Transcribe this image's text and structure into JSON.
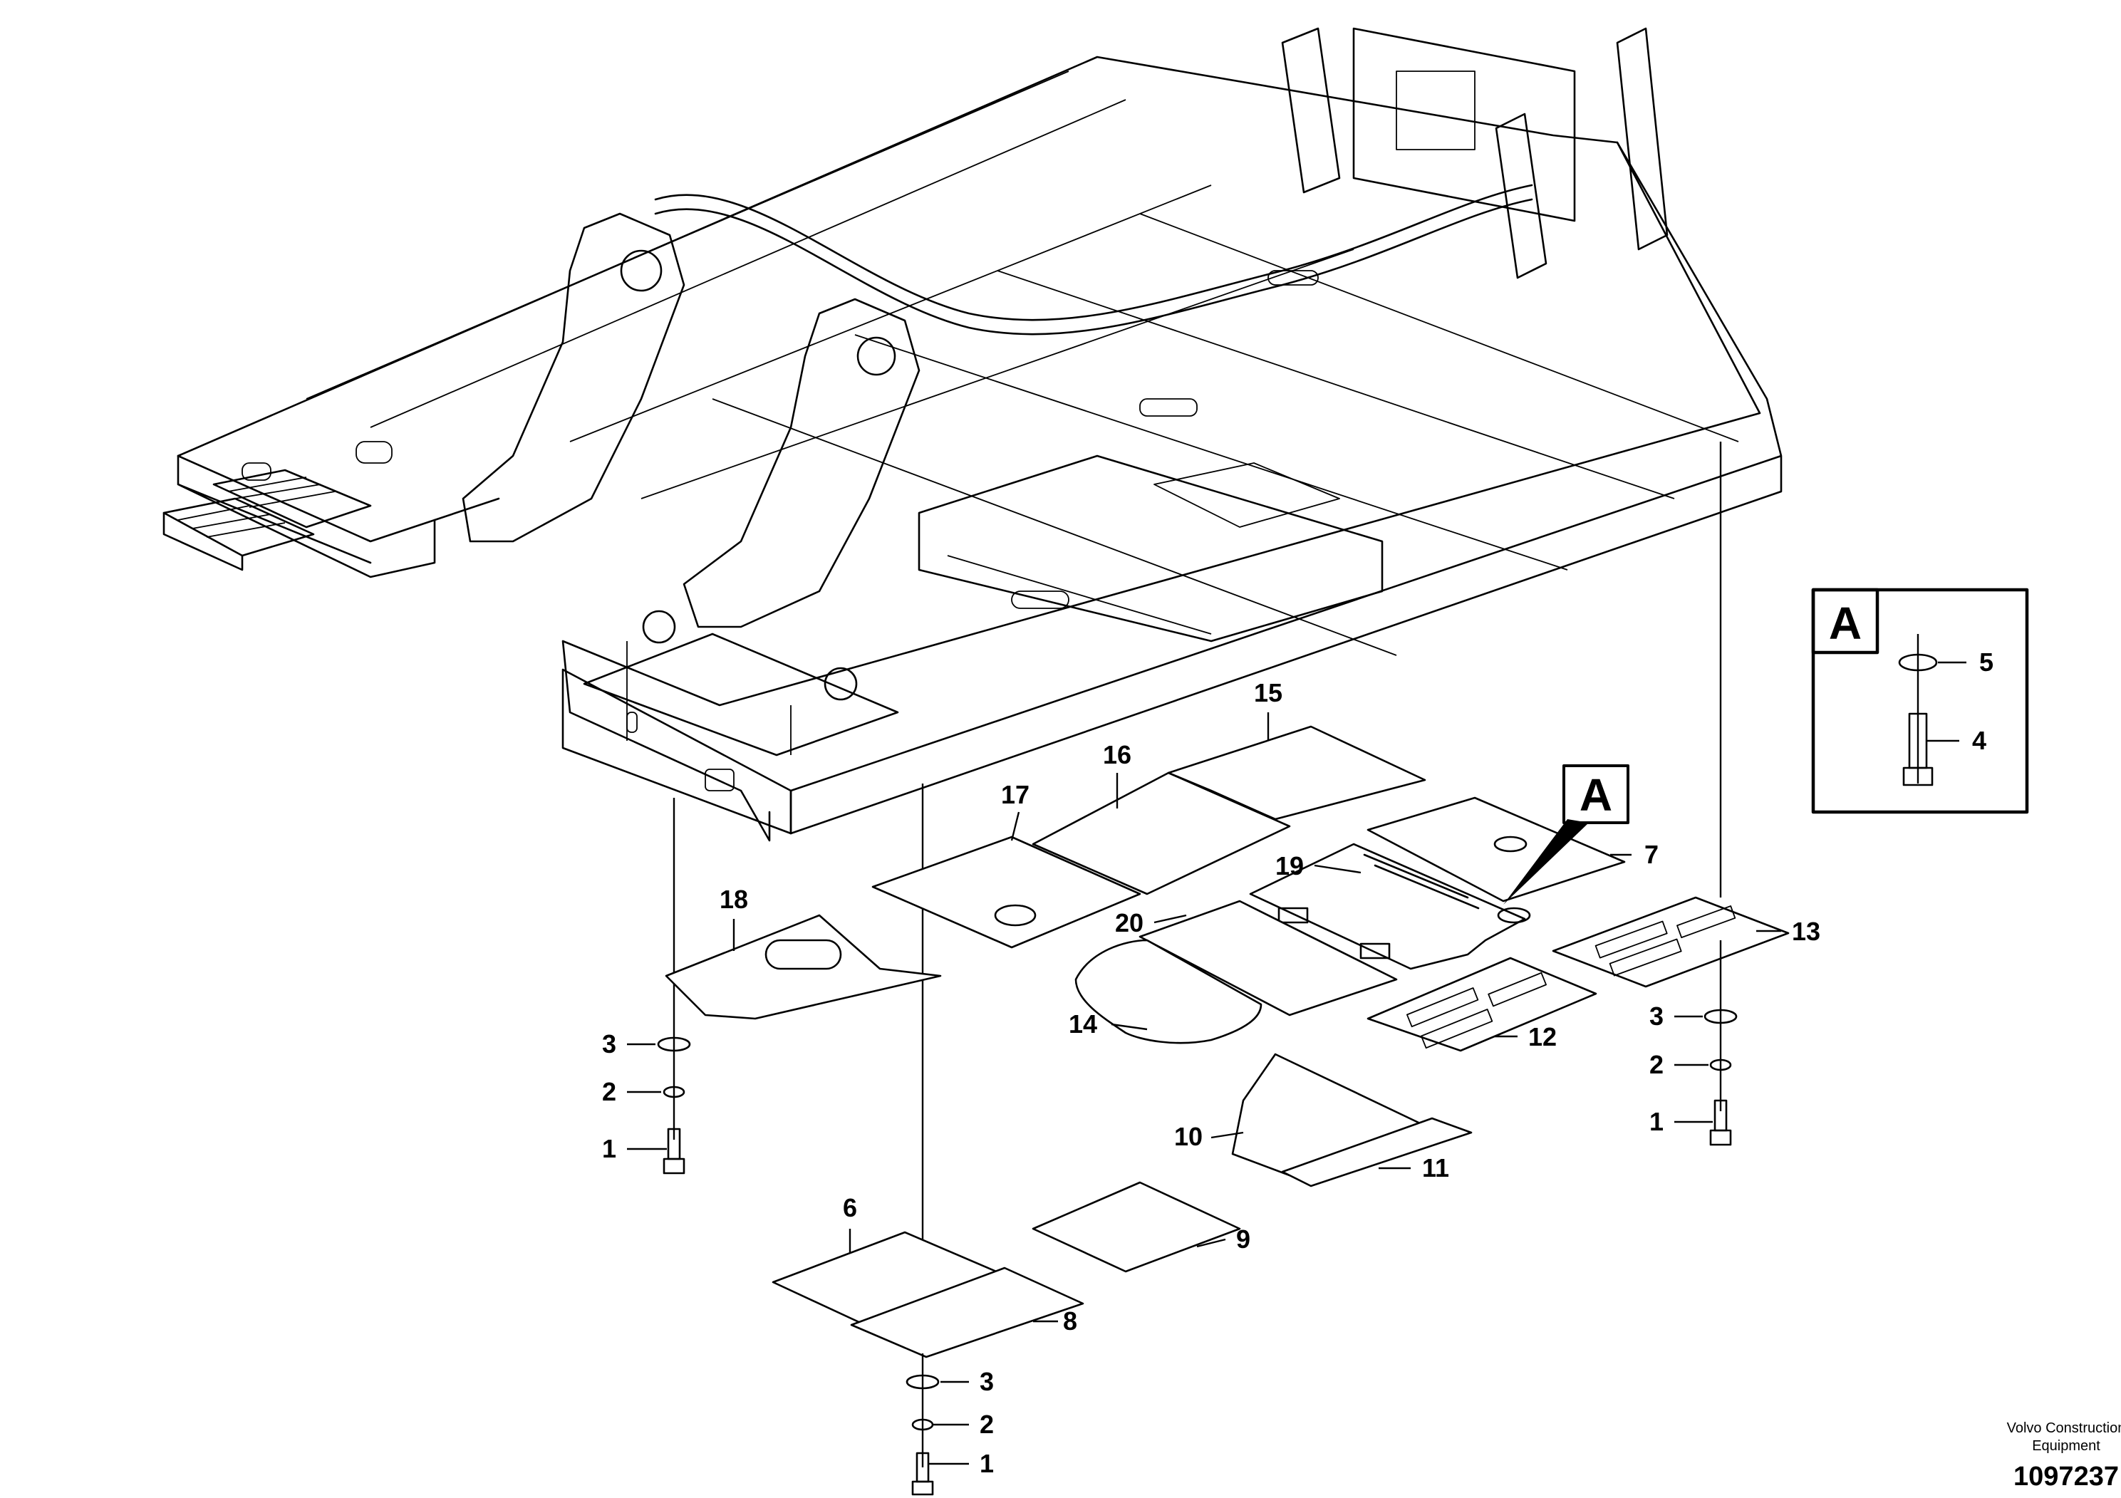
{
  "callouts": [
    {
      "id": "c1",
      "text": "15"
    },
    {
      "id": "c2",
      "text": "16"
    },
    {
      "id": "c3",
      "text": "17"
    },
    {
      "id": "c4",
      "text": "18"
    },
    {
      "id": "c5",
      "text": "19"
    },
    {
      "id": "c6",
      "text": "20"
    },
    {
      "id": "c7",
      "text": "7"
    },
    {
      "id": "c8",
      "text": "13"
    },
    {
      "id": "c9",
      "text": "14"
    },
    {
      "id": "c10",
      "text": "12"
    },
    {
      "id": "c11",
      "text": "10"
    },
    {
      "id": "c12",
      "text": "11"
    },
    {
      "id": "c13",
      "text": "9"
    },
    {
      "id": "c14",
      "text": "6"
    },
    {
      "id": "c15",
      "text": "8"
    },
    {
      "id": "c16",
      "text": "3"
    },
    {
      "id": "c17",
      "text": "2"
    },
    {
      "id": "c18",
      "text": "1"
    },
    {
      "id": "c19",
      "text": "3"
    },
    {
      "id": "c20",
      "text": "2"
    },
    {
      "id": "c21",
      "text": "1"
    },
    {
      "id": "c22",
      "text": "3"
    },
    {
      "id": "c23",
      "text": "2"
    },
    {
      "id": "c24",
      "text": "1"
    },
    {
      "id": "c25",
      "text": "5"
    },
    {
      "id": "c26",
      "text": "4"
    }
  ],
  "detail_view": {
    "letter": "A",
    "pointer_letter": "A"
  },
  "credit": {
    "line1": "Volvo Construction",
    "line2": "Equipment"
  },
  "document_number": "1097237",
  "icons": [
    "upper-frame-drawing",
    "step-icon",
    "washer-icon",
    "bolt-icon"
  ]
}
